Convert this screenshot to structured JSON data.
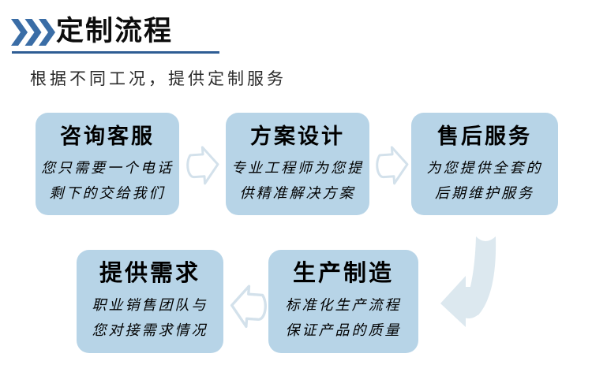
{
  "header": {
    "title": "定制流程",
    "subtitle": "根据不同工况，提供定制服务"
  },
  "steps": [
    {
      "title": "咨询客服",
      "desc_line1": "您只需要一个电话",
      "desc_line2": "剩下的交给我们"
    },
    {
      "title": "方案设计",
      "desc_line1": "专业工程师为您提",
      "desc_line2": "供精准解决方案"
    },
    {
      "title": "售后服务",
      "desc_line1": "为您提供全套的",
      "desc_line2": "后期维护服务"
    },
    {
      "title": "提供需求",
      "desc_line1": "职业销售团队与",
      "desc_line2": "您对接需求情况"
    },
    {
      "title": "生产制造",
      "desc_line1": "标准化生产流程",
      "desc_line2": "保证产品的质量"
    }
  ],
  "icons": {
    "header_icon": "triple-chevron-right",
    "flow_arrow_right": "hollow-block-arrow-right",
    "flow_arrow_left": "hollow-block-arrow-left",
    "flow_arrow_turn": "curved-ribbon-arrow-down-left"
  },
  "colors": {
    "accent_blue": "#3a6da6",
    "underline_blue": "#2e5d94",
    "box_fill": "#b7d4e7",
    "arrow_outline": "#d3e1eb",
    "ribbon_fill": "#dce8ef",
    "title_text": "#0d0d0d",
    "body_text": "#000000"
  }
}
